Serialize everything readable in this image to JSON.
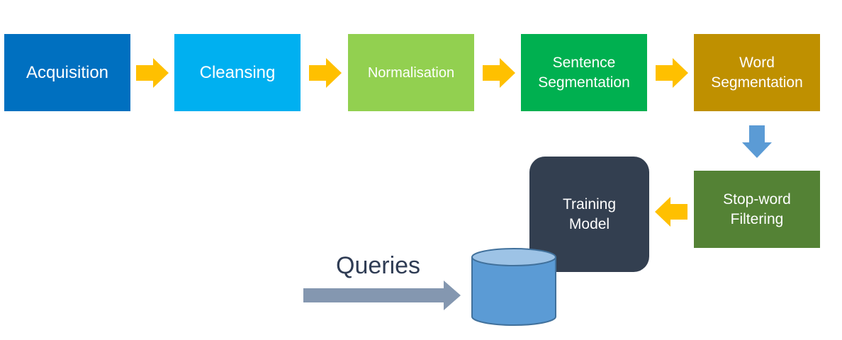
{
  "steps": [
    {
      "label": "Acquisition",
      "color": "#0070c0"
    },
    {
      "label": "Cleansing",
      "color": "#00b0f0"
    },
    {
      "label": "Normalisation",
      "color": "#92d050"
    },
    {
      "label": "Sentence\nSegmentation",
      "color": "#00b050"
    },
    {
      "label": "Word\nSegmentation",
      "color": "#bf9000"
    },
    {
      "label": "Stop-word\nFiltering",
      "color": "#548235"
    }
  ],
  "model": {
    "label": "Training\nModel",
    "color": "#333f50"
  },
  "queries": {
    "label": "Queries",
    "arrow_color": "#8497b0"
  },
  "database": {
    "color": "#5b9bd5",
    "top_color": "#9dc3e6"
  },
  "arrow_colors": {
    "flow": "#ffc000",
    "down": "#5b9bd5"
  }
}
